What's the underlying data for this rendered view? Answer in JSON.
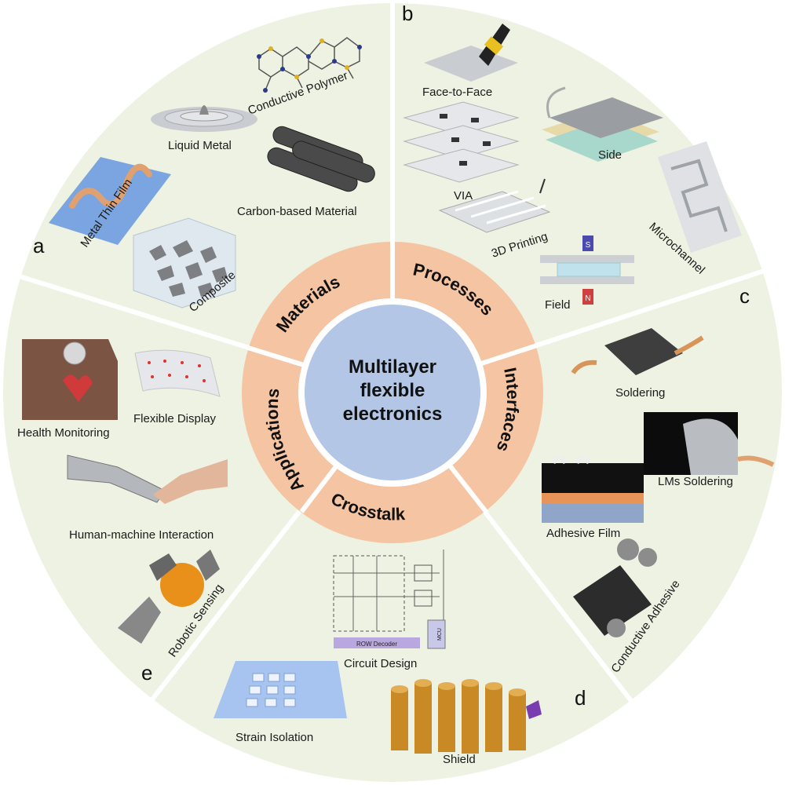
{
  "center_title": [
    "Multilayer",
    "flexible",
    "electronics"
  ],
  "ring_labels": {
    "materials": "Materials",
    "processes": "Processes",
    "interfaces": "Interfaces",
    "crosstalk": "Crosstalk",
    "applications": "Applications"
  },
  "panels": {
    "a": "a",
    "b": "b",
    "c": "c",
    "d": "d",
    "e": "e"
  },
  "materials": {
    "conductive_polymer": "Conductive Polymer",
    "liquid_metal": "Liquid Metal",
    "metal_thin_film": "Metal Thin Film",
    "carbon_based": "Carbon-based Material",
    "composite": "Composite"
  },
  "processes": {
    "face_to_face": "Face-to-Face",
    "side": "Side",
    "via": "VIA",
    "printing_3d": "3D Printing",
    "microchannel": "Microchannel",
    "field": "Field",
    "magnet_s": "S",
    "magnet_n": "N"
  },
  "interfaces": {
    "soldering": "Soldering",
    "lms_soldering": "LMs Soldering",
    "adhesive_film": "Adhesive Film",
    "conductive_adhesive": "Conductive Adhesive"
  },
  "crosstalk": {
    "circuit_design": "Circuit Design",
    "row_decoder": "ROW Decoder",
    "mcu": "MCU",
    "strain_isolation": "Strain Isolation",
    "shield": "Shield"
  },
  "applications": {
    "health_monitoring": "Health Monitoring",
    "flexible_display": "Flexible Display",
    "human_machine": "Human-machine Interaction",
    "robotic_sensing": "Robotic Sensing"
  },
  "colors": {
    "outer_fill": "#eef2e3",
    "ring_fill": "#f5c4a2",
    "center_fill": "#b3c6e6",
    "divider": "#ffffff"
  }
}
